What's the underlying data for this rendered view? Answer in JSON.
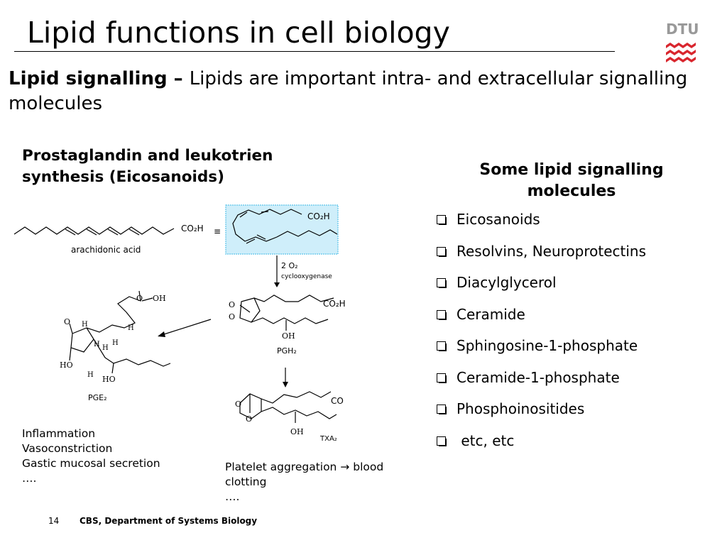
{
  "slide": {
    "title": "Lipid functions in cell biology",
    "logo_text": "DTU",
    "intro": {
      "bold": "Lipid signalling – ",
      "rest": "Lipids are important intra- and extracellular signalling molecules"
    },
    "left_heading": "Prostaglandin and leukotrien synthesis (Eicosanoids)",
    "right_heading": "Some lipid signalling molecules",
    "list": [
      "Eicosanoids",
      "Resolvins, Neuroprotectins",
      "Diacylglycerol",
      "Ceramide",
      "Sphingosine-1-phosphate",
      "Ceramide-1-phosphate",
      "Phosphoinositides",
      " etc, etc"
    ],
    "effects_left": [
      "Inflammation",
      "Vasoconstriction",
      "Gastic mucosal secretion",
      "…."
    ],
    "effects_right": [
      "Platelet aggregation → blood clotting",
      "…."
    ],
    "footer": {
      "page_number": "14",
      "department": "CBS, Department of Systems Biology"
    }
  },
  "diagram": {
    "arachidonic_label": "arachidonic acid",
    "co2h": "CO₂H",
    "equiv": "≡",
    "o2_label": "2 O₂",
    "enzyme_label": "cyclooxygenase",
    "pgh2_label": "PGH₂",
    "pge2_label": "PGE₂",
    "txa2_label": "TXA₂",
    "co": "CO",
    "oh": "OH",
    "ho": "HO",
    "h": "H",
    "o": "O",
    "colors": {
      "highlight_fill": "#cfeefa",
      "highlight_border": "#5bc3ea",
      "logo_red": "#d9262e",
      "logo_grey": "#999999"
    }
  }
}
